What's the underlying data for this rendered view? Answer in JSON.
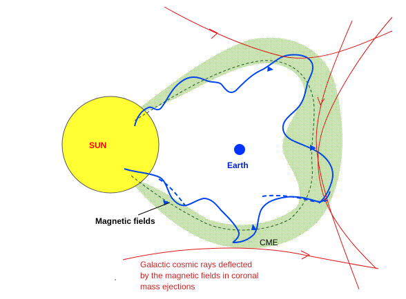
{
  "labels": {
    "sun": "SUN",
    "earth": "Earth",
    "magnetic_fields": "Magnetic fields",
    "cme": "CME",
    "caption": [
      "Galactic cosmic rays deflected",
      "by the magnetic fields in coronal",
      "mass ejections"
    ]
  },
  "colors": {
    "sun_fill": "#ffff33",
    "sun_label": "#ff0000",
    "earth_fill": "#0033ff",
    "earth_label": "#0022cc",
    "cme_fill": "#a8dc78",
    "field_line": "#0044ee",
    "cosmic_ray": "#dd1111",
    "caption_text": "#cc2222",
    "black_text": "#000000"
  }
}
